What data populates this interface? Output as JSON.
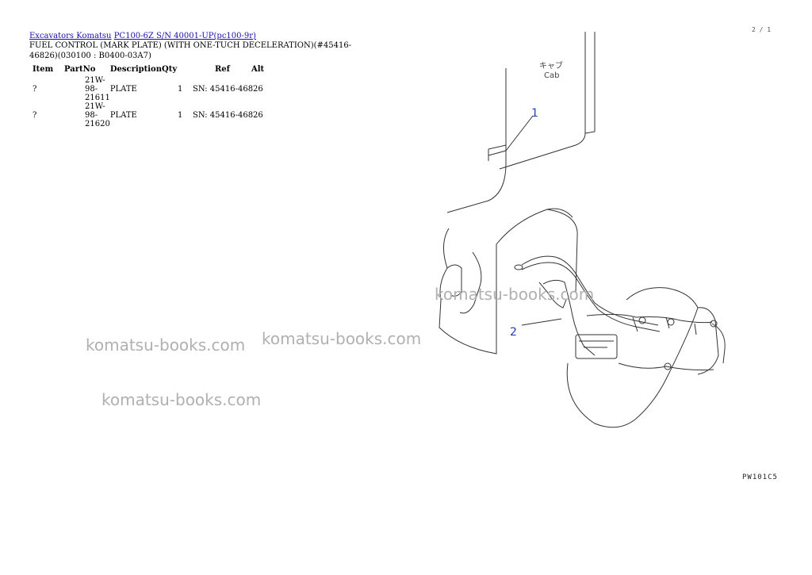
{
  "breadcrumb": {
    "link1": "Excavators Komatsu",
    "link2": "PC100-6Z S/N 40001-UP(pc100-9r)"
  },
  "title": "FUEL CONTROL (MARK PLATE) (WITH ONE-TUCH DECELERATION)(#45416-46826)(030100 : B0400-03A7)",
  "table": {
    "headers": [
      "Item",
      "PartNo",
      "Description",
      "Qty",
      "Ref",
      "Alt"
    ],
    "rows": [
      {
        "item": "?",
        "partno": "21W-98-21611",
        "description": "PLATE",
        "qty": "1",
        "ref": "SN: 45416-46826",
        "alt": ""
      },
      {
        "item": "?",
        "partno": "21W-98-21620",
        "description": "PLATE",
        "qty": "1",
        "ref": "SN: 45416-46826",
        "alt": ""
      }
    ]
  },
  "drawing": {
    "cab_label_jp": "キャブ",
    "cab_label_en": "Cab",
    "callout_1": "1",
    "callout_2": "2",
    "figure_code": "PW101C5",
    "corner_mark": "2 / 1"
  },
  "watermarks": [
    "komatsu-books.com",
    "komatsu-books.com",
    "komatsu-books.com",
    "komatsu-books.com"
  ],
  "colors": {
    "link": "#1a0dab",
    "callout": "#1f3fbf",
    "watermark": "#b0b0b0"
  }
}
